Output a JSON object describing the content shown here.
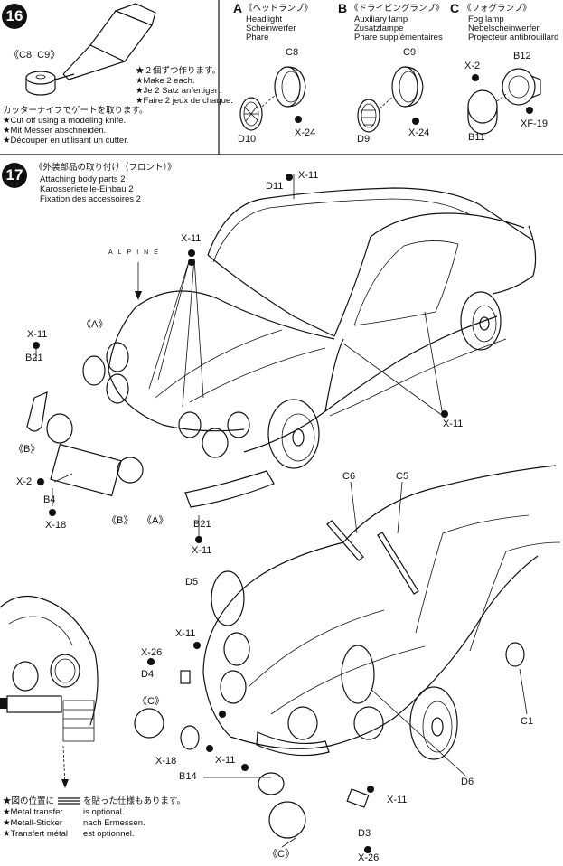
{
  "step16": {
    "number": "16",
    "parts_label": "《C8, C9》",
    "cut_note": [
      "カッターナイフでゲートを取ります。",
      "★Cut off using a modeling knife.",
      "★Mit Messer abschneiden.",
      "★Découper en utilisant un cutter."
    ],
    "make2_note": [
      "★２個ずつ作ります。",
      "★Make 2 each.",
      "★Je 2 Satz anfertigen.",
      "★Faire 2 jeux de chaque."
    ]
  },
  "lamps": {
    "A": {
      "letter": "A",
      "title": "《ヘッドランプ》",
      "en": "Headlight",
      "de": "Scheinwerfer",
      "fr": "Phare",
      "parts": [
        "C8",
        "D10",
        "X-24"
      ]
    },
    "B": {
      "letter": "B",
      "title": "《ドライビングランプ》",
      "en": "Auxiliary lamp",
      "de": "Zusatzlampe",
      "fr": "Phare supplémentaires",
      "parts": [
        "C9",
        "D9",
        "X-24"
      ]
    },
    "C": {
      "letter": "C",
      "title": "《フォグランプ》",
      "en": "Fog lamp",
      "de": "Nebelscheinwerfer",
      "fr": "Projecteur antibrouillard",
      "parts": [
        "X-2",
        "B12",
        "B11",
        "XF-19"
      ]
    }
  },
  "step17": {
    "number": "17",
    "title": "《外装部品の取り付け（フロント）》",
    "en": "Attaching body parts 2",
    "de": "Karosserieteile-Einbau 2",
    "fr": "Fixation des accessoires 2",
    "brand_text": "ALPINE"
  },
  "callouts_top": [
    "D11",
    "X-11",
    "X-11",
    "《A》",
    "X-11",
    "B21",
    "《B》",
    "X-2",
    "B4",
    "X-18",
    "《B》",
    "《A》",
    "B21",
    "X-11",
    "X-11"
  ],
  "callouts_bottom": [
    "C6",
    "C5",
    "D5",
    "X-11",
    "X-26",
    "D4",
    "《C》",
    "C1",
    "X-18",
    "X-11",
    "B14",
    "D6",
    "X-11",
    "D3",
    "X-26",
    "《C》"
  ],
  "metal_note": [
    "★図の位置に",
    "を貼った仕様もあります。",
    "★Metal transfer",
    "is optional.",
    "★Metall-Sticker",
    "nach Ermessen.",
    "★Transfert métal",
    "est optionnel."
  ]
}
